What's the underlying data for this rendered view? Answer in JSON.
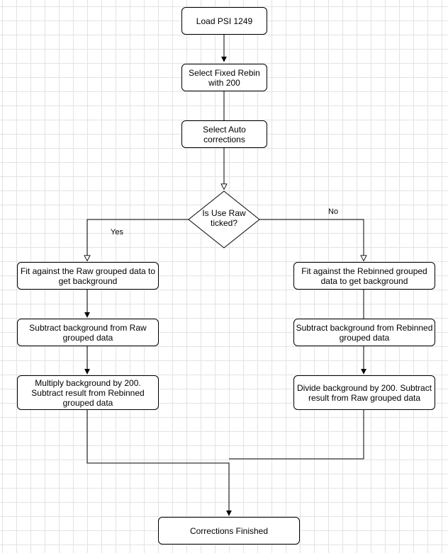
{
  "nodes": {
    "load": "Load PSI 1249",
    "rebin": "Select Fixed Rebin with 200",
    "auto": "Select Auto corrections",
    "decision": "Is Use Raw ticked?",
    "fit_raw": "Fit against the Raw grouped data to get background",
    "sub_raw": "Subtract background from Raw grouped data",
    "mult": "Multiply background by 200. Subtract result from Rebinned grouped data",
    "fit_rebin": "Fit against the Rebinned grouped data to get background",
    "sub_rebin": "Subtract background from Rebinned grouped data",
    "divide": "Divide background by 200. Subtract result from Raw grouped data",
    "finished": "Corrections Finished"
  },
  "labels": {
    "yes": "Yes",
    "no": "No"
  }
}
